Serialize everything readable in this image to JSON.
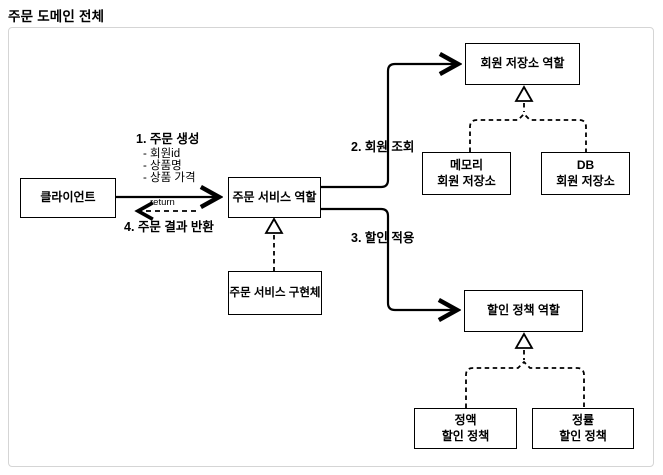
{
  "title": "주문 도메인 전체",
  "diagram": {
    "boxes": {
      "client": {
        "label": "클라이언트"
      },
      "order_service_role": {
        "label": "주문 서비스 역할"
      },
      "order_service_impl": {
        "label": "주문 서비스 구현체"
      },
      "member_repo_role": {
        "label": "회원 저장소 역할"
      },
      "memory_member_repo": {
        "line1": "메모리",
        "line2": "회원 저장소"
      },
      "db_member_repo": {
        "line1": "DB",
        "line2": "회원 저장소"
      },
      "discount_policy_role": {
        "label": "할인 정책 역할"
      },
      "fixed_discount_policy": {
        "line1": "정액",
        "line2": "할인 정책"
      },
      "rate_discount_policy": {
        "line1": "정률",
        "line2": "할인 정책"
      }
    },
    "labels": {
      "step1": "1. 주문 생성",
      "step1_detail1": "- 회원id",
      "step1_detail2": "- 상품명",
      "step1_detail3": "- 상품 가격",
      "return_label": "return",
      "step4": "4. 주문 결과 반환",
      "step2": "2. 회원 조회",
      "step3": "3. 할인 적용"
    },
    "colors": {
      "line": "#000000",
      "frame_border": "#d5d5d5",
      "box_background": "#ffffff"
    }
  }
}
